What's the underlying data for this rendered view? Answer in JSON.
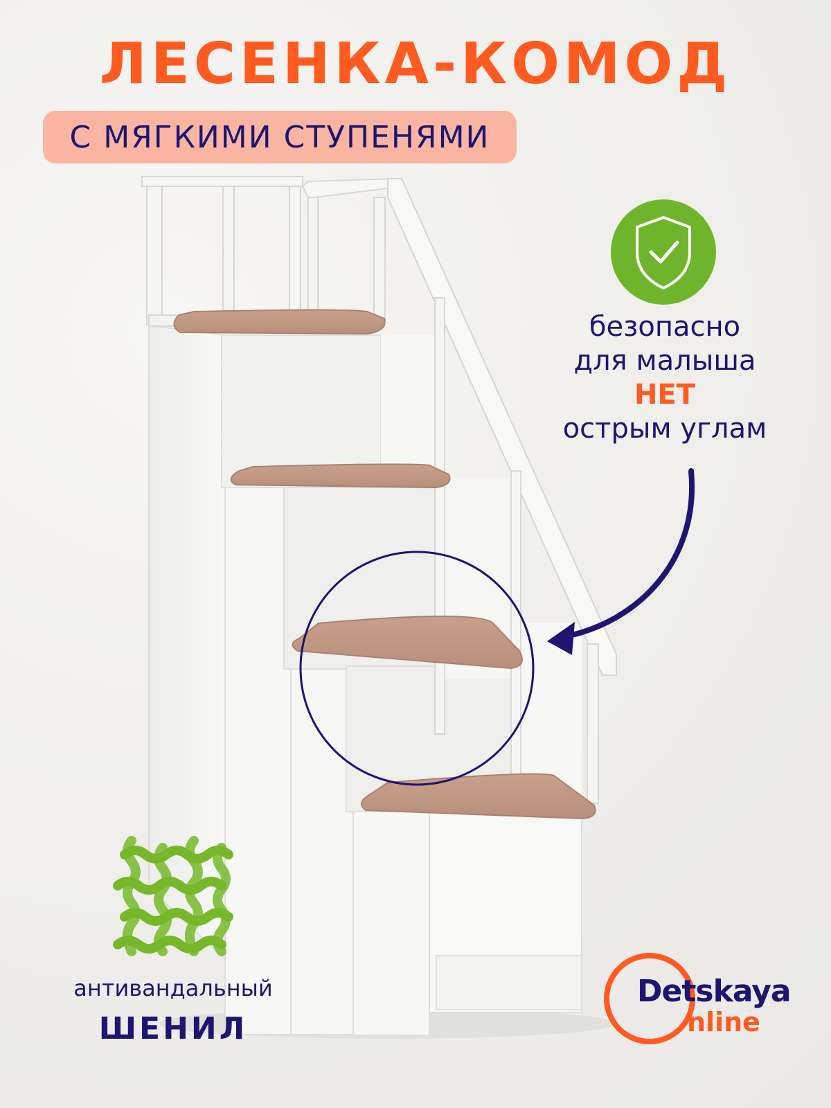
{
  "header": {
    "title": "ЛЕСЕНКА-КОМОД",
    "subtitle": "С МЯГКИМИ СТУПЕНЯМИ"
  },
  "safety": {
    "line1": "безопасно",
    "line2": "для малыша",
    "line3": "НЕТ",
    "line4": "острым углам",
    "icon": "shield-check-icon"
  },
  "fabric": {
    "line1": "антивандальный",
    "line2": "ШЕНИЛ",
    "icon": "woven-fabric-icon"
  },
  "logo": {
    "top": "Detskaya",
    "bottom": "nline"
  },
  "colors": {
    "accent": "#ff5a1f",
    "navy": "#1d1570",
    "pill": "#f9b5a2",
    "green": "#6fb52c",
    "cushion": "#c39a86",
    "furniture": "#f6f6f4"
  }
}
